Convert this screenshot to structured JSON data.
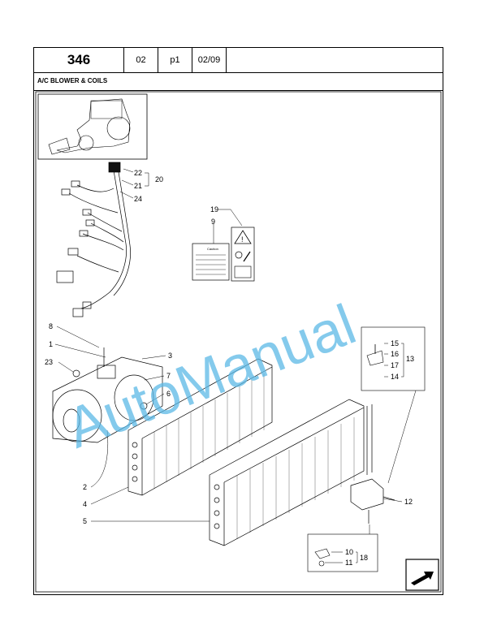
{
  "header": {
    "page_number": "346",
    "section": "02",
    "page_ref": "p1",
    "date": "02/09"
  },
  "title": "A/C BLOWER & COILS",
  "callouts": [
    "22",
    "20",
    "21",
    "24",
    "19",
    "9",
    "8",
    "1",
    "3",
    "23",
    "7",
    "6",
    "15",
    "16",
    "13",
    "17",
    "14",
    "2",
    "4",
    "5",
    "12",
    "10",
    "11",
    "18"
  ],
  "label_text": "Caution",
  "watermark": "AutoManual",
  "colors": {
    "watermark": "#5bb8e6",
    "line": "#000000"
  }
}
